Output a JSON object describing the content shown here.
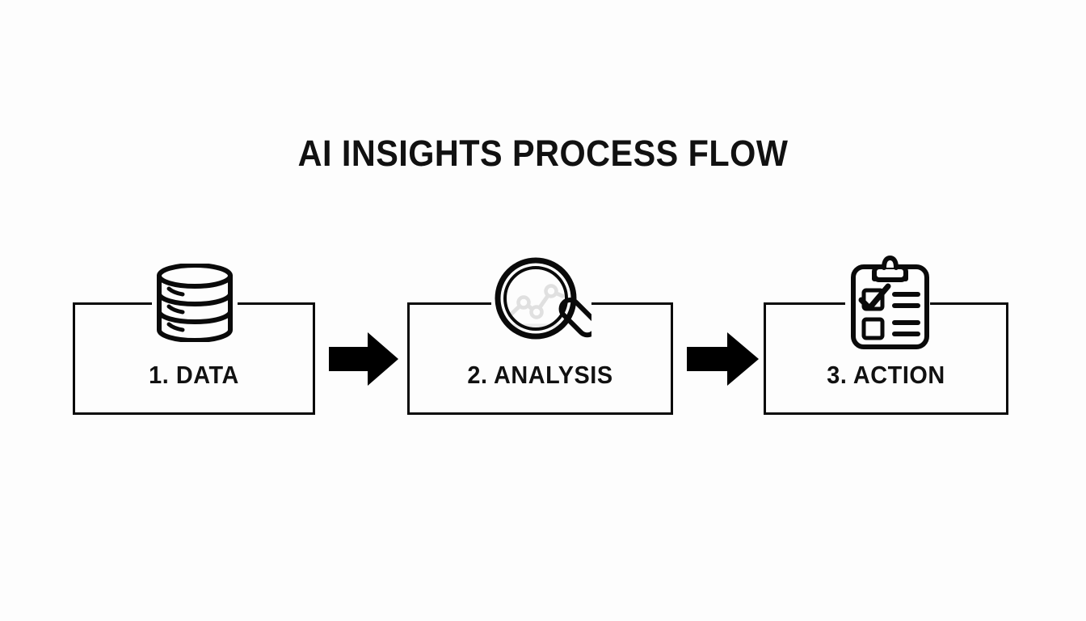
{
  "diagram": {
    "title": "AI INSIGHTS PROCESS FLOW",
    "background_color": "#fdfdfd",
    "stroke_color": "#0a0a0a",
    "text_color": "#111111",
    "accent_color": "#000000",
    "chart_line_color": "#e3e3e3",
    "steps": [
      {
        "label": "1. DATA",
        "icon": "database-icon",
        "order": 1
      },
      {
        "label": "2. ANALYSIS",
        "icon": "magnifying-glass-chart-icon",
        "order": 2
      },
      {
        "label": "3. ACTION",
        "icon": "clipboard-checklist-icon",
        "order": 3
      }
    ],
    "connectors": [
      {
        "name": "arrow-1",
        "from": "1. DATA",
        "to": "2. ANALYSIS",
        "direction": "right"
      },
      {
        "name": "arrow-2",
        "from": "2. ANALYSIS",
        "to": "3. ACTION",
        "direction": "right"
      }
    ]
  }
}
